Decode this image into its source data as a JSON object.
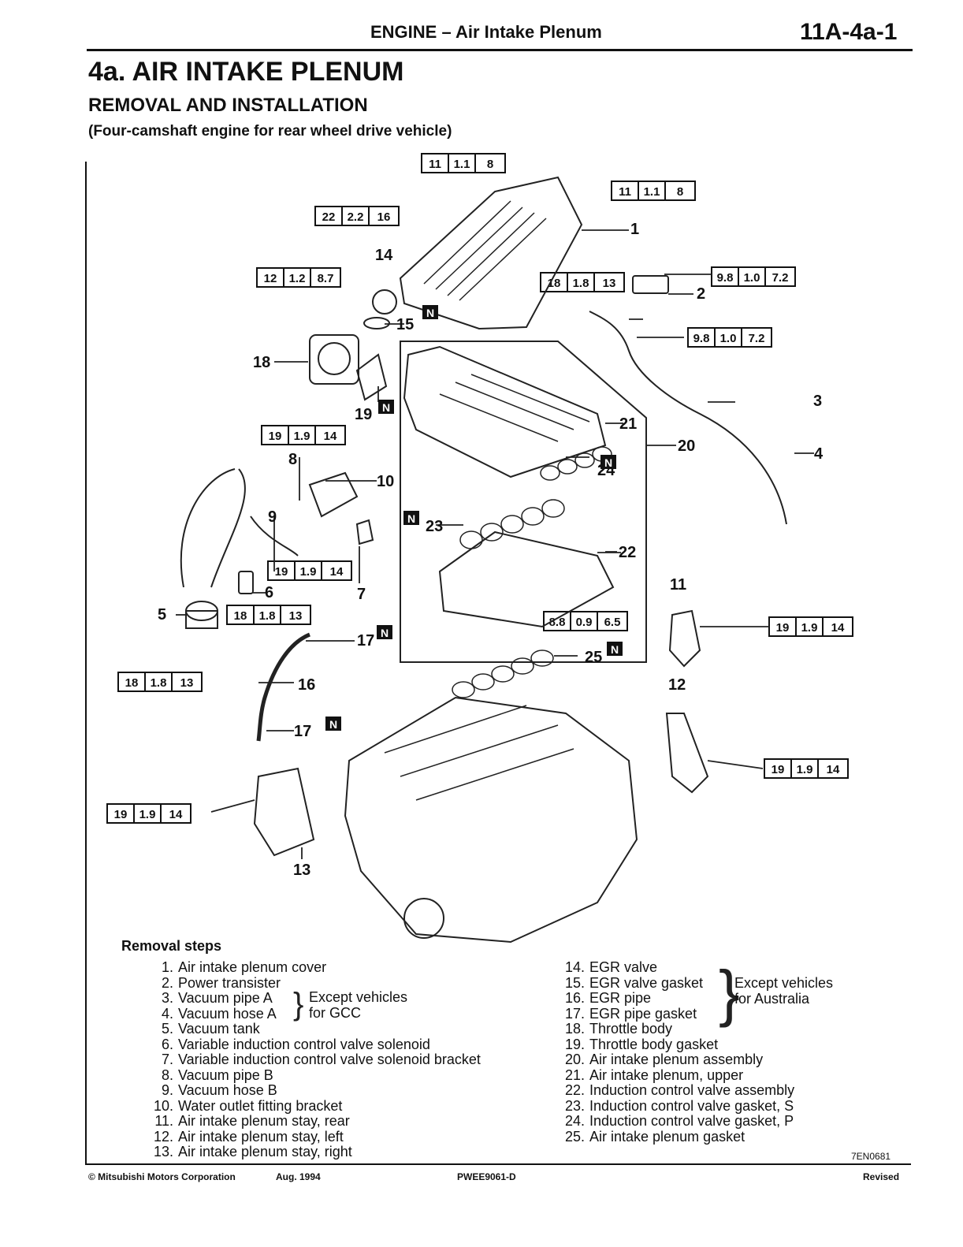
{
  "header": {
    "title": "ENGINE – Air Intake Plenum",
    "page": "11A-4a-1"
  },
  "section": {
    "title": "4a. AIR INTAKE PLENUM",
    "subtitle": "REMOVAL AND INSTALLATION",
    "note": "(Four-camshaft engine for rear wheel drive vehicle)"
  },
  "torque": {
    "t11": [
      "11",
      "1.1",
      "8"
    ],
    "t22": [
      "22",
      "2.2",
      "16"
    ],
    "t12": [
      "12",
      "1.2",
      "8.7"
    ],
    "t98": [
      "9.8",
      "1.0",
      "7.2"
    ],
    "t18": [
      "18",
      "1.8",
      "13"
    ],
    "t19": [
      "19",
      "1.9",
      "14"
    ],
    "t88": [
      "8.8",
      "0.9",
      "6.5"
    ]
  },
  "callouts": [
    "1",
    "2",
    "3",
    "4",
    "5",
    "6",
    "7",
    "8",
    "9",
    "10",
    "11",
    "12",
    "13",
    "14",
    "15",
    "16",
    "17",
    "18",
    "19",
    "20",
    "21",
    "22",
    "23",
    "24",
    "25"
  ],
  "new_mark": "N",
  "removal": {
    "title": "Removal steps",
    "left": [
      {
        "n": "1.",
        "t": "Air intake plenum cover"
      },
      {
        "n": "2.",
        "t": "Power transister"
      },
      {
        "n": "3.",
        "t": "Vacuum pipe A"
      },
      {
        "n": "4.",
        "t": "Vacuum hose A"
      },
      {
        "n": "5.",
        "t": "Vacuum tank"
      },
      {
        "n": "6.",
        "t": "Variable induction control valve solenoid"
      },
      {
        "n": "7.",
        "t": "Variable induction control valve solenoid bracket"
      },
      {
        "n": "8.",
        "t": "Vacuum pipe B"
      },
      {
        "n": "9.",
        "t": "Vacuum hose B"
      },
      {
        "n": "10.",
        "t": "Water outlet fitting bracket"
      },
      {
        "n": "11.",
        "t": "Air intake plenum stay, rear"
      },
      {
        "n": "12.",
        "t": "Air intake plenum stay, left"
      },
      {
        "n": "13.",
        "t": "Air intake plenum stay, right"
      }
    ],
    "right": [
      {
        "n": "14.",
        "t": "EGR valve"
      },
      {
        "n": "15.",
        "t": "EGR valve gasket"
      },
      {
        "n": "16.",
        "t": "EGR pipe"
      },
      {
        "n": "17.",
        "t": "EGR pipe gasket"
      },
      {
        "n": "18.",
        "t": "Throttle body"
      },
      {
        "n": "19.",
        "t": "Throttle body gasket"
      },
      {
        "n": "20.",
        "t": "Air intake plenum assembly"
      },
      {
        "n": "21.",
        "t": "Air intake plenum, upper"
      },
      {
        "n": "22.",
        "t": "Induction control valve assembly"
      },
      {
        "n": "23.",
        "t": "Induction control valve gasket, S"
      },
      {
        "n": "24.",
        "t": "Induction control valve gasket, P"
      },
      {
        "n": "25.",
        "t": "Air intake plenum gasket"
      }
    ],
    "group_gcc": [
      "Except vehicles",
      "for GCC"
    ],
    "group_aus": [
      "Except vehicles",
      "for Australia"
    ]
  },
  "figure_id": "7EN0681",
  "footer": {
    "copyright": "© Mitsubishi Motors Corporation",
    "date": "Aug. 1994",
    "code": "PWEE9061-D",
    "status": "Revised"
  }
}
